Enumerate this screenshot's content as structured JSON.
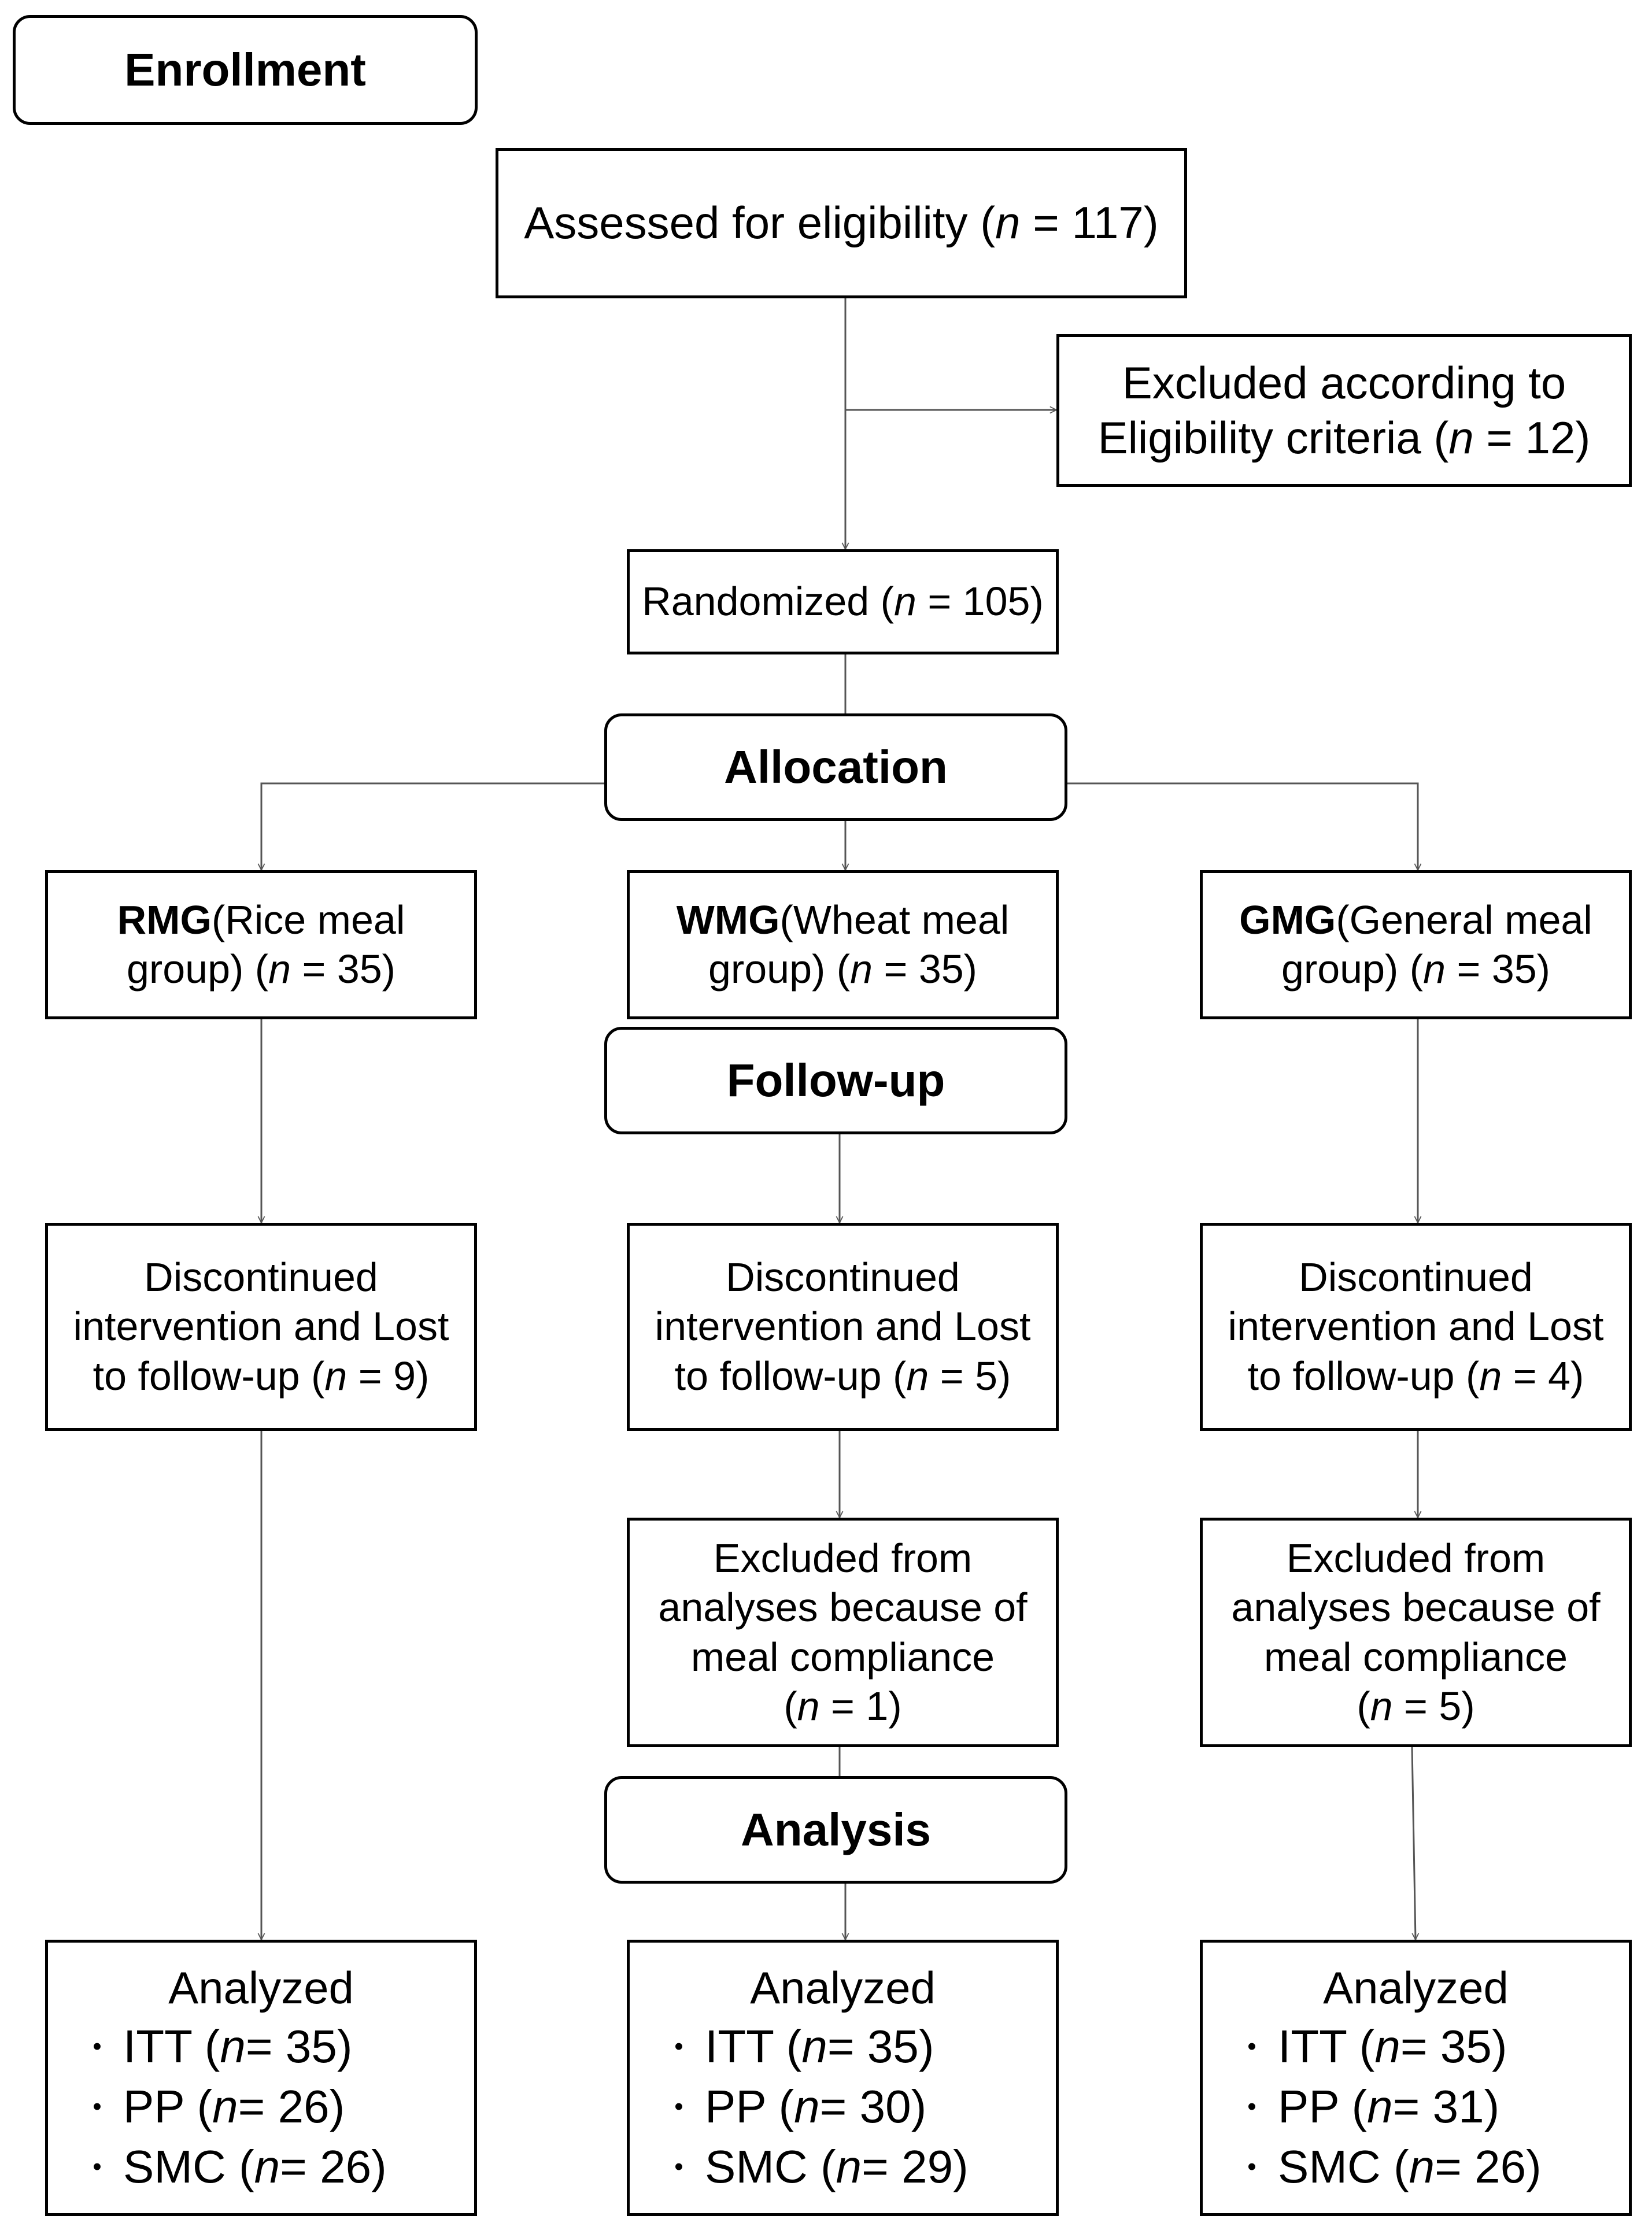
{
  "stages": {
    "enrollment": "Enrollment",
    "allocation": "Allocation",
    "followup": "Follow-up",
    "analysis": "Analysis"
  },
  "assessed": {
    "pre": "Assessed for eligibility (",
    "n": "n",
    "post": " = 117)"
  },
  "excluded_eligibility": {
    "line1": "Excluded according to",
    "line2_pre": "Eligibility criteria (",
    "n": "n",
    "line2_post": " = 12)"
  },
  "randomized": {
    "pre": "Randomized (",
    "n": "n",
    "post": " = 105)"
  },
  "groups": [
    {
      "abbr": "RMG",
      "line1_rest": "(Rice meal",
      "line2_pre": "group) (",
      "n": "n",
      "line2_post": " = 35)"
    },
    {
      "abbr": "WMG",
      "line1_rest": "(Wheat meal",
      "line2_pre": "group) (",
      "n": "n",
      "line2_post": " = 35)"
    },
    {
      "abbr": "GMG",
      "line1_rest": "(General meal",
      "line2_pre": "group) (",
      "n": "n",
      "line2_post": " = 35)"
    }
  ],
  "discontinued": [
    {
      "line1": "Discontinued",
      "line2": "intervention and Lost",
      "line3_pre": "to follow-up (",
      "n": "n",
      "line3_post": " = 9)"
    },
    {
      "line1": "Discontinued",
      "line2": "intervention and Lost",
      "line3_pre": "to follow-up (",
      "n": "n",
      "line3_post": " = 5)"
    },
    {
      "line1": "Discontinued",
      "line2": "intervention and Lost",
      "line3_pre": "to follow-up (",
      "n": "n",
      "line3_post": " = 4)"
    }
  ],
  "excluded_compliance": [
    {
      "line1": "Excluded from",
      "line2": "analyses because of",
      "line3": "meal compliance",
      "line4_pre": "(",
      "n": "n",
      "line4_post": " = 1)"
    },
    {
      "line1": "Excluded from",
      "line2": "analyses because of",
      "line3": "meal compliance",
      "line4_pre": "(",
      "n": "n",
      "line4_post": " = 5)"
    }
  ],
  "analyzed": [
    {
      "title": "Analyzed",
      "bullet": "•",
      "items": [
        {
          "pre": "ITT (",
          "n": "n",
          "post": " = 35)"
        },
        {
          "pre": "PP (",
          "n": "n",
          "post": " = 26)"
        },
        {
          "pre": "SMC  (",
          "n": "n",
          "post": " = 26)"
        }
      ]
    },
    {
      "title": "Analyzed",
      "bullet": "•",
      "items": [
        {
          "pre": "ITT (",
          "n": "n",
          "post": " = 35)"
        },
        {
          "pre": "PP (",
          "n": "n",
          "post": " = 30)"
        },
        {
          "pre": "SMC  (",
          "n": "n",
          "post": " = 29)"
        }
      ]
    },
    {
      "title": "Analyzed",
      "bullet": "•",
      "items": [
        {
          "pre": "ITT (",
          "n": "n",
          "post": " = 35)"
        },
        {
          "pre": "PP (",
          "n": "n",
          "post": " = 31)"
        },
        {
          "pre": "SMC  (",
          "n": "n",
          "post": " = 26)"
        }
      ]
    }
  ]
}
